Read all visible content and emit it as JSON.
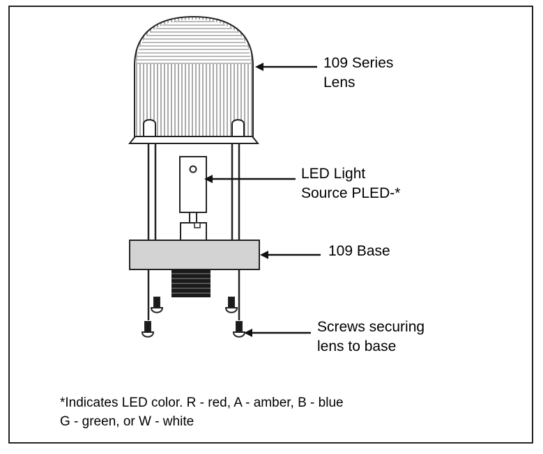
{
  "labels": {
    "lens": [
      "109 Series",
      "Lens"
    ],
    "led": [
      "LED Light",
      "Source PLED-*"
    ],
    "base": "109 Base",
    "screws": [
      "Screws securing",
      "lens to base"
    ]
  },
  "footnote": [
    "*Indicates LED color.  R - red, A - amber, B - blue",
    "G - green, or W - white"
  ]
}
